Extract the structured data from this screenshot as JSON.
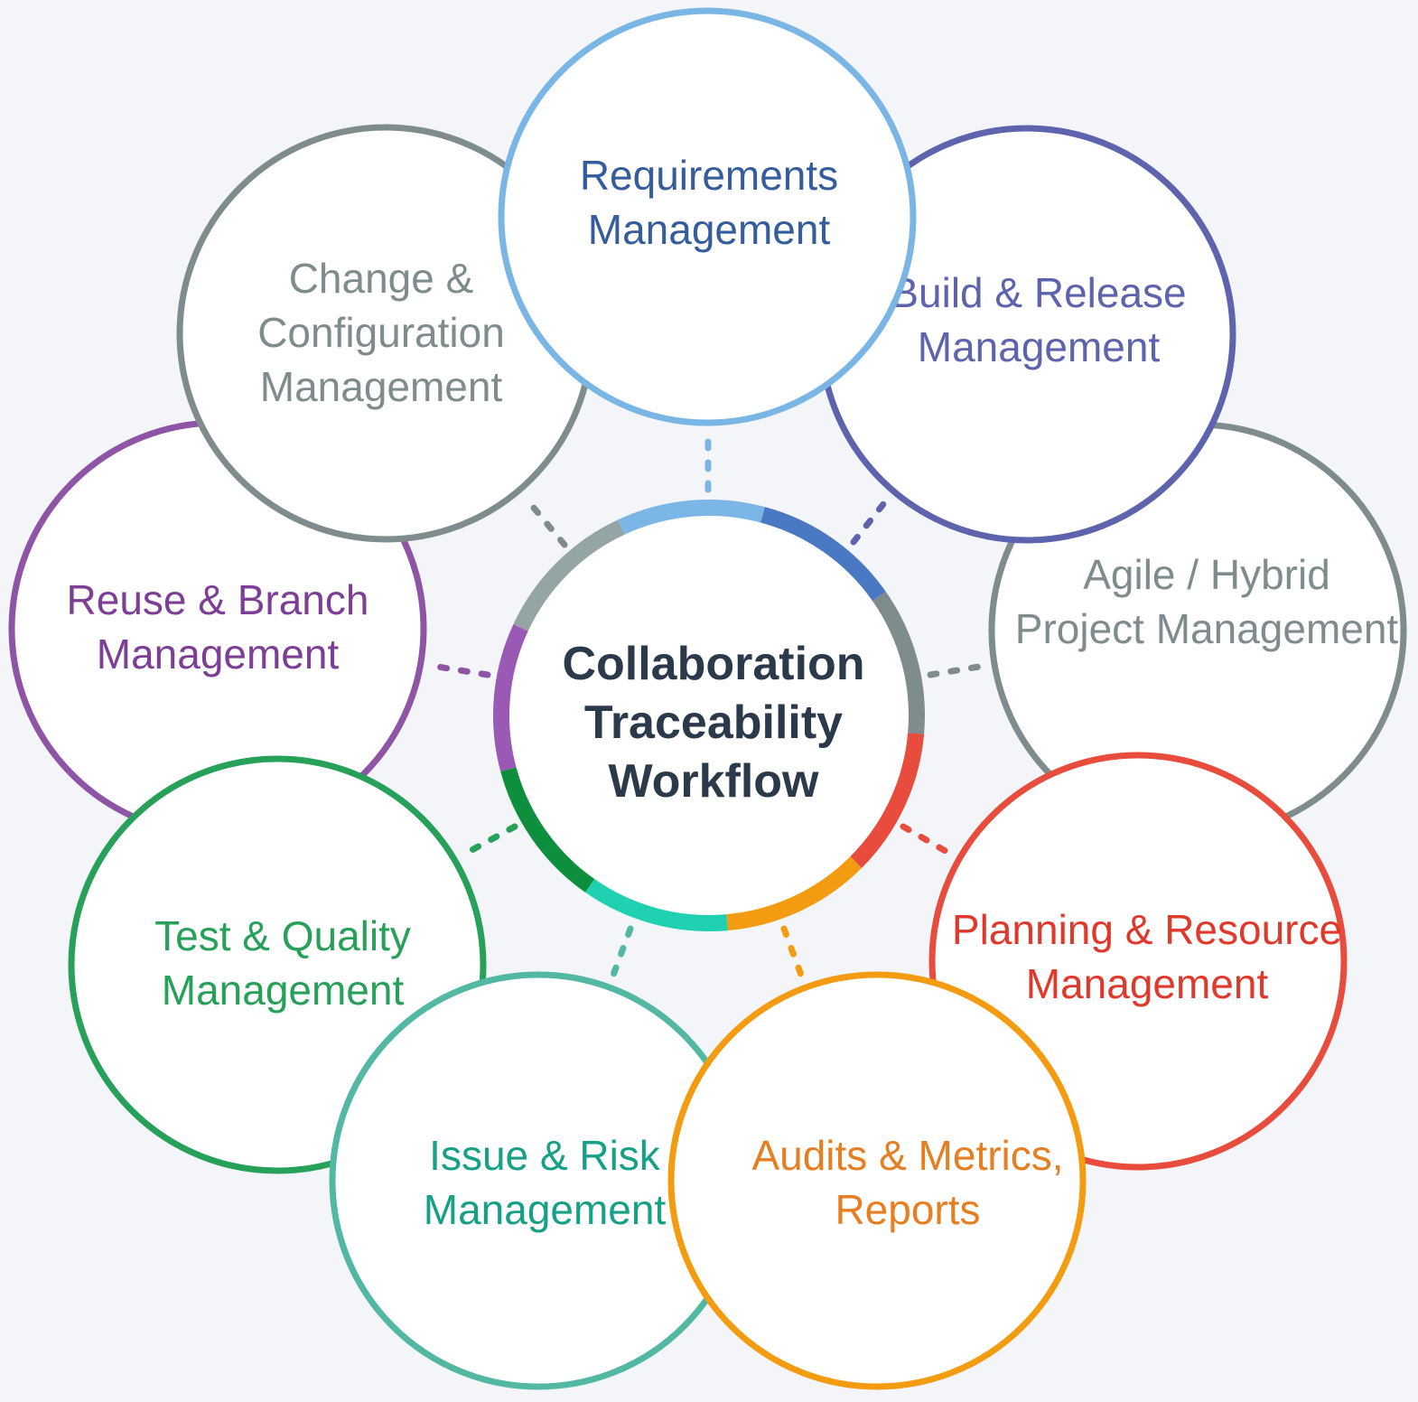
{
  "center": {
    "lines": [
      "Collaboration",
      "Traceability",
      "Workflow"
    ],
    "text_color": "#2b3a4a"
  },
  "nodes": [
    {
      "id": "reuse-branch",
      "lines": [
        "Reuse & Branch",
        "Management"
      ],
      "color": "#8e54a6",
      "text_color": "#7d3e96"
    },
    {
      "id": "change-config",
      "lines": [
        "Change &",
        "Configuration",
        "Management"
      ],
      "color": "#7f8c8d",
      "text_color": "#7f8c8d"
    },
    {
      "id": "requirements",
      "lines": [
        "Requirements",
        "Management"
      ],
      "color": "#79b6e5",
      "text_color": "#355c9c"
    },
    {
      "id": "build-release",
      "lines": [
        "Build & Release",
        "Management"
      ],
      "color": "#5d63ad",
      "text_color": "#5d63ad"
    },
    {
      "id": "agile-hybrid",
      "lines": [
        "Agile / Hybrid",
        "Project Management"
      ],
      "color": "#7f8c8d",
      "text_color": "#7f8c8d"
    },
    {
      "id": "planning",
      "lines": [
        "Planning & Resource",
        "Management"
      ],
      "color": "#e74c3c",
      "text_color": "#e0392c"
    },
    {
      "id": "audits",
      "lines": [
        "Audits & Metrics,",
        "Reports"
      ],
      "color": "#f39c12",
      "text_color": "#e67e22"
    },
    {
      "id": "issue-risk",
      "lines": [
        "Issue & Risk",
        "Management"
      ],
      "color": "#52b8a3",
      "text_color": "#16a085"
    },
    {
      "id": "test-quality",
      "lines": [
        "Test & Quality",
        "Management"
      ],
      "color": "#27a05a",
      "text_color": "#27a05a"
    }
  ],
  "ring_segments": [
    {
      "color": "#95a5a6"
    },
    {
      "color": "#7cb6e6"
    },
    {
      "color": "#4a78c2"
    },
    {
      "color": "#7f8c8d"
    },
    {
      "color": "#e74c3c"
    },
    {
      "color": "#f39c12"
    },
    {
      "color": "#1fd1b0"
    },
    {
      "color": "#0e8f3e"
    },
    {
      "color": "#9b59b6"
    }
  ]
}
